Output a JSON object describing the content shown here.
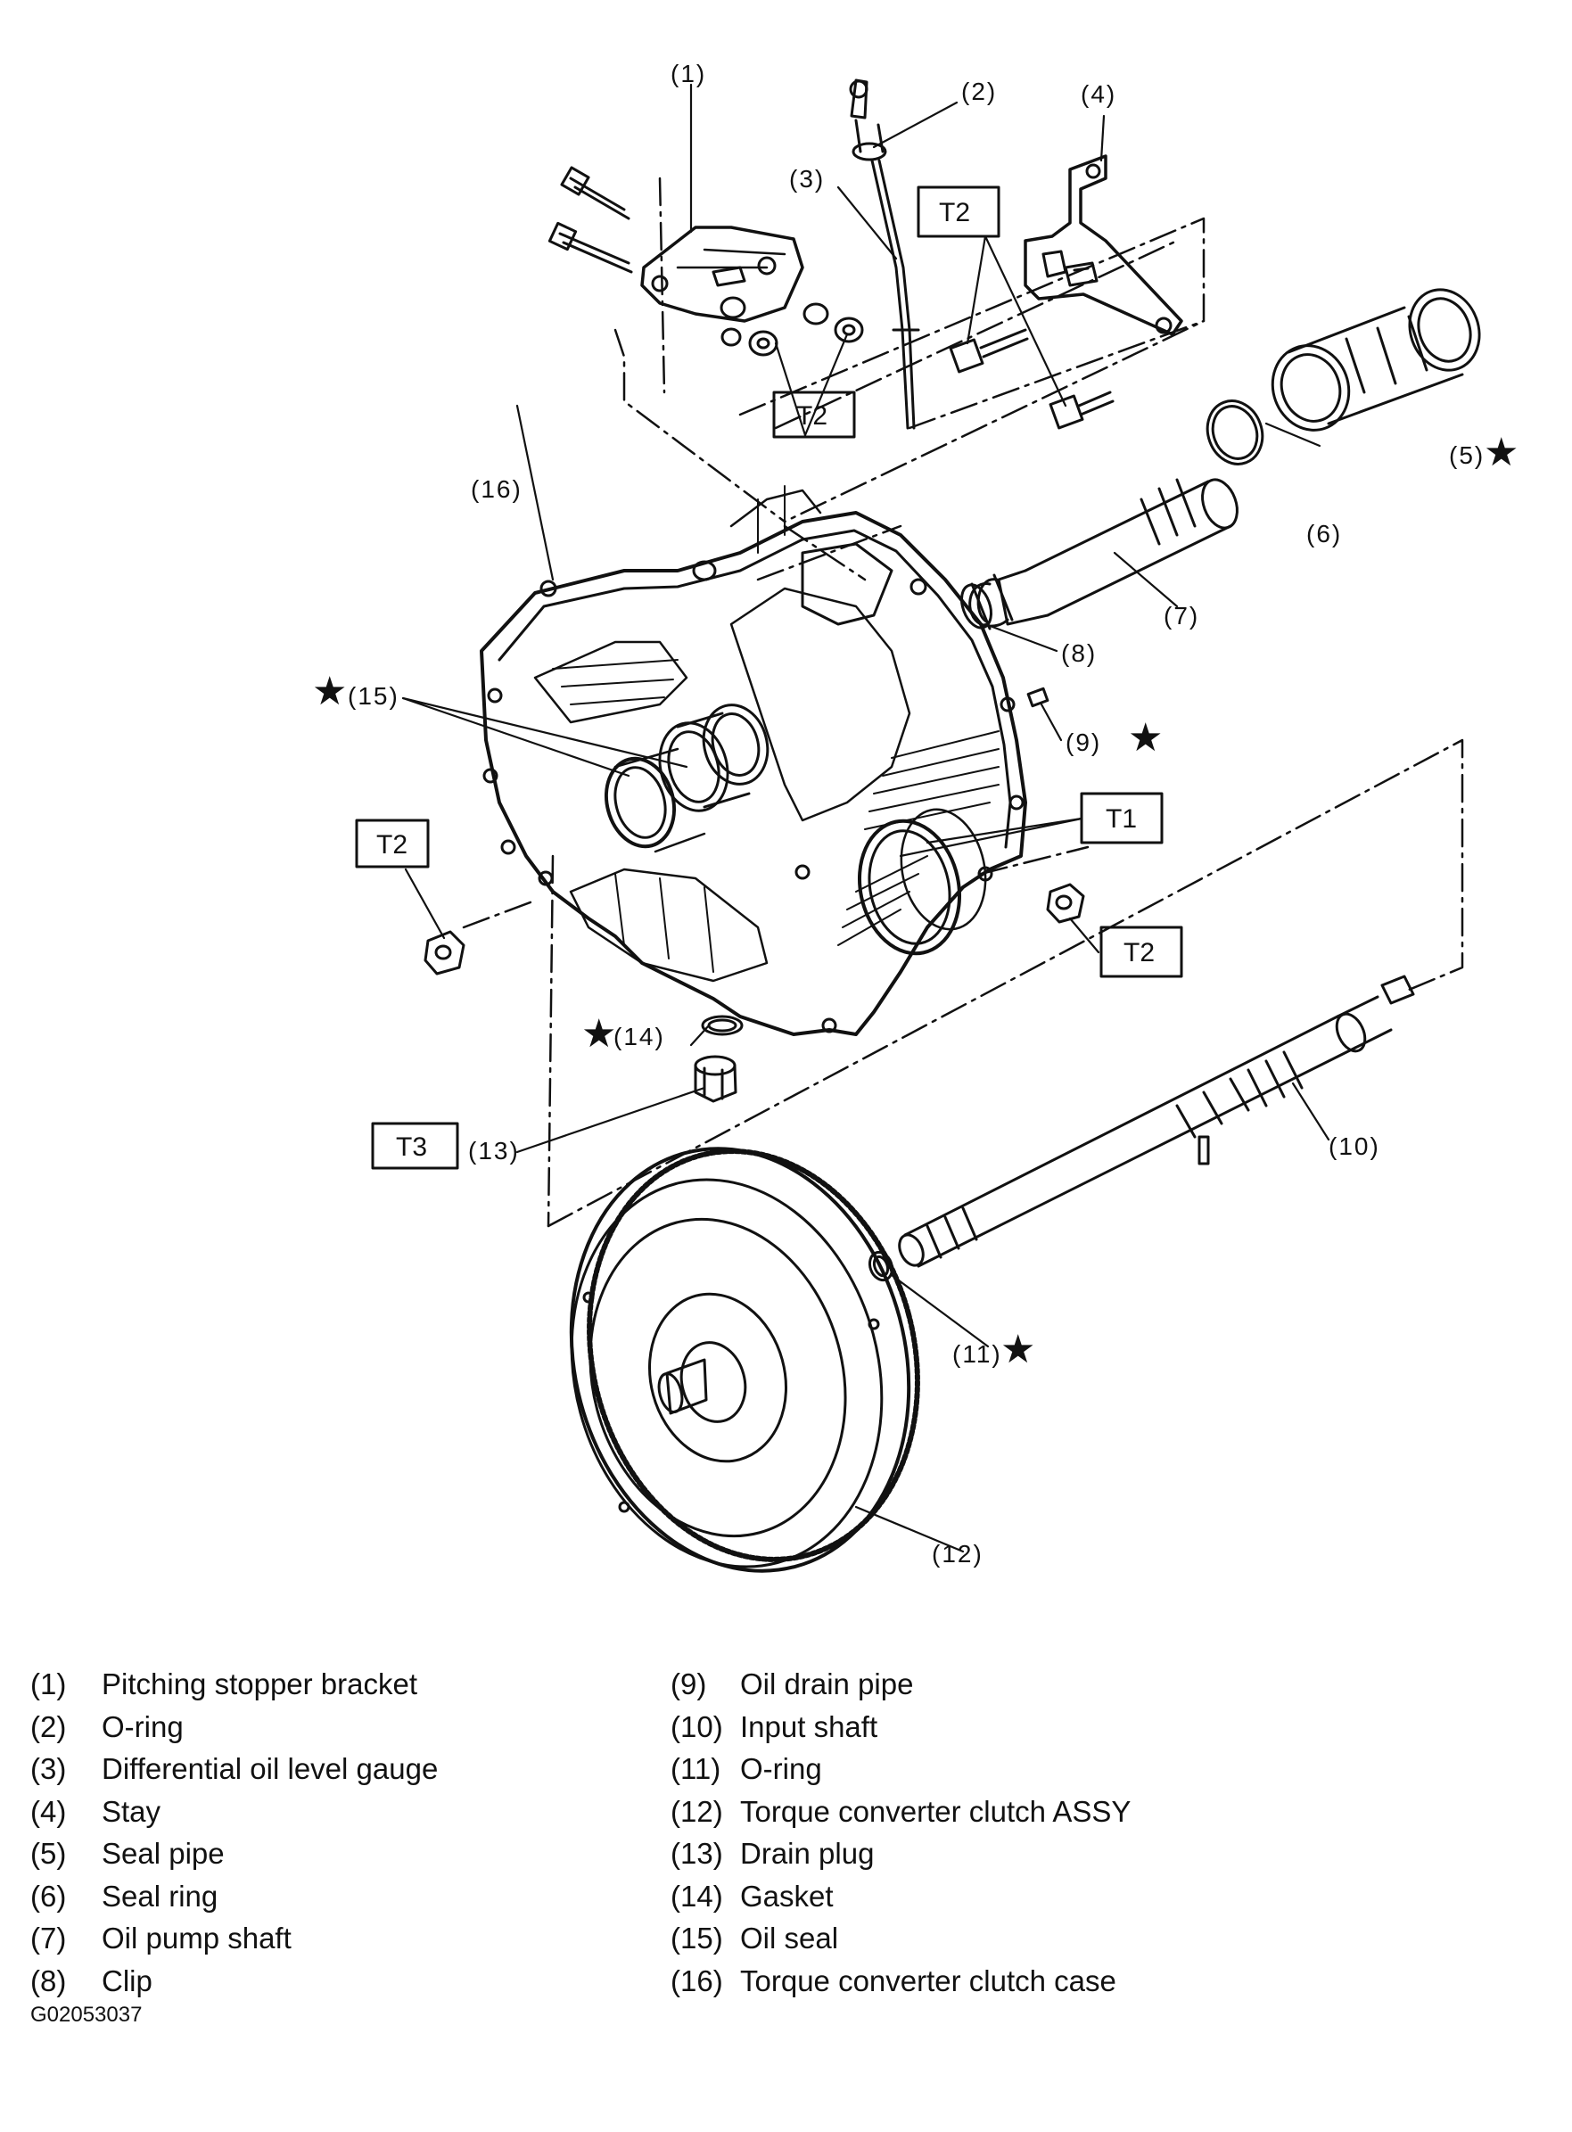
{
  "callouts": {
    "c1": "(1)",
    "c2": "(2)",
    "c3": "(3)",
    "c4": "(4)",
    "c5": "(5)",
    "c6": "(6)",
    "c7": "(7)",
    "c8": "(8)",
    "c9": "(9)",
    "c10": "(10)",
    "c11": "(11)",
    "c12": "(12)",
    "c13": "(13)",
    "c14": "(14)",
    "c15": "(15)",
    "c16": "(16)"
  },
  "torque_labels": {
    "t2_a": "T2",
    "t2_b": "T2",
    "t2_c": "T2",
    "t2_d": "T2",
    "t1": "T1",
    "t3": "T3"
  },
  "star_symbol": "★",
  "legend": {
    "left": [
      {
        "num": "(1)",
        "name": "Pitching stopper bracket"
      },
      {
        "num": "(2)",
        "name": "O-ring"
      },
      {
        "num": "(3)",
        "name": "Differential oil level gauge"
      },
      {
        "num": "(4)",
        "name": "Stay"
      },
      {
        "num": "(5)",
        "name": "Seal pipe"
      },
      {
        "num": "(6)",
        "name": "Seal ring"
      },
      {
        "num": "(7)",
        "name": "Oil pump shaft"
      },
      {
        "num": "(8)",
        "name": "Clip"
      }
    ],
    "right": [
      {
        "num": "(9)",
        "name": "Oil drain pipe"
      },
      {
        "num": "(10)",
        "name": "Input shaft"
      },
      {
        "num": "(11)",
        "name": "O-ring"
      },
      {
        "num": "(12)",
        "name": "Torque converter clutch ASSY"
      },
      {
        "num": "(13)",
        "name": "Drain plug"
      },
      {
        "num": "(14)",
        "name": "Gasket"
      },
      {
        "num": "(15)",
        "name": "Oil seal"
      },
      {
        "num": "(16)",
        "name": "Torque converter clutch case"
      }
    ]
  },
  "figure_id": "G02053037"
}
